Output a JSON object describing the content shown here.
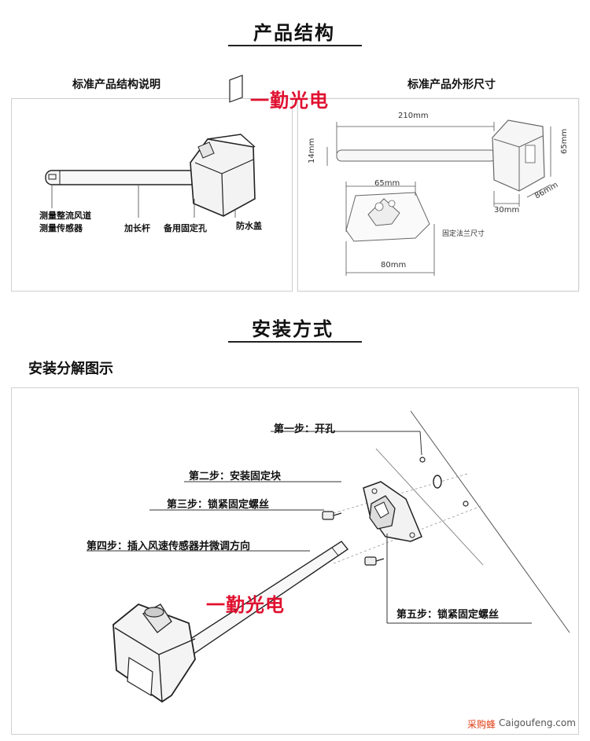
{
  "header": {
    "title1": "产品结构",
    "title2": "安装方式"
  },
  "structure": {
    "left_title": "标准产品结构说明",
    "right_title": "标准产品外形尺寸",
    "brand": "一勤光电",
    "labels": {
      "sensor_line1": "测量整流风道",
      "sensor_line2": "测量传感器",
      "rod": "加长杆",
      "hole": "备用固定孔",
      "cover": "防水盖"
    },
    "dims": {
      "length": "210mm",
      "diameter": "14mm",
      "height": "65mm",
      "depth": "86mm",
      "width": "30mm",
      "flange_w": "65mm",
      "flange_total": "80mm",
      "flange_note": "固定法兰尺寸"
    }
  },
  "install": {
    "sub_title": "安装分解图示",
    "brand": "一勤光电",
    "steps": {
      "s1": "第一步：开孔",
      "s2": "第二步：安装固定块",
      "s3": "第三步：锁紧固定螺丝",
      "s4": "第四步：插入风速传感器并微调方向",
      "s5": "第五步：锁紧固定螺丝"
    }
  },
  "footer": {
    "cn": "采购蜂",
    "en": "Caigoufeng.com"
  },
  "colors": {
    "brand": "#e0102f",
    "footer_cn": "#e03a10",
    "footer_en": "#555555"
  }
}
